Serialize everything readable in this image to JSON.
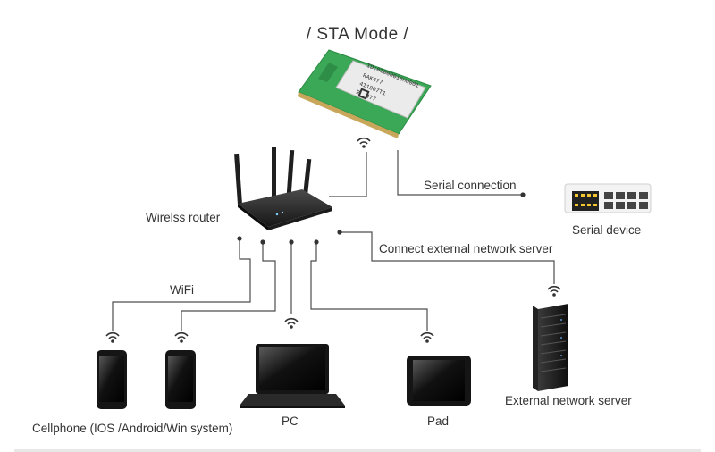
{
  "title": "/ STA Mode /",
  "labels": {
    "router": "Wirelss router",
    "serial_connection": "Serial connection",
    "serial_device": "Serial device",
    "connect_server": "Connect external network server",
    "wifi": "WiFi",
    "cellphone": "Cellphone (IOS /Android/Win system)",
    "pc": "PC",
    "pad": "Pad",
    "server": "External network server"
  },
  "module_text": [
    "ID:01000016H0001",
    "RAK477",
    "411807T1",
    "RAK477"
  ],
  "colors": {
    "line": "#4d4d4d",
    "module_pcb": "#3aa856",
    "module_shield": "#e8e8e8",
    "router_body": "#2b2b2b",
    "device_body": "#1a1a1a",
    "serial_port_light": "#f2c531"
  }
}
